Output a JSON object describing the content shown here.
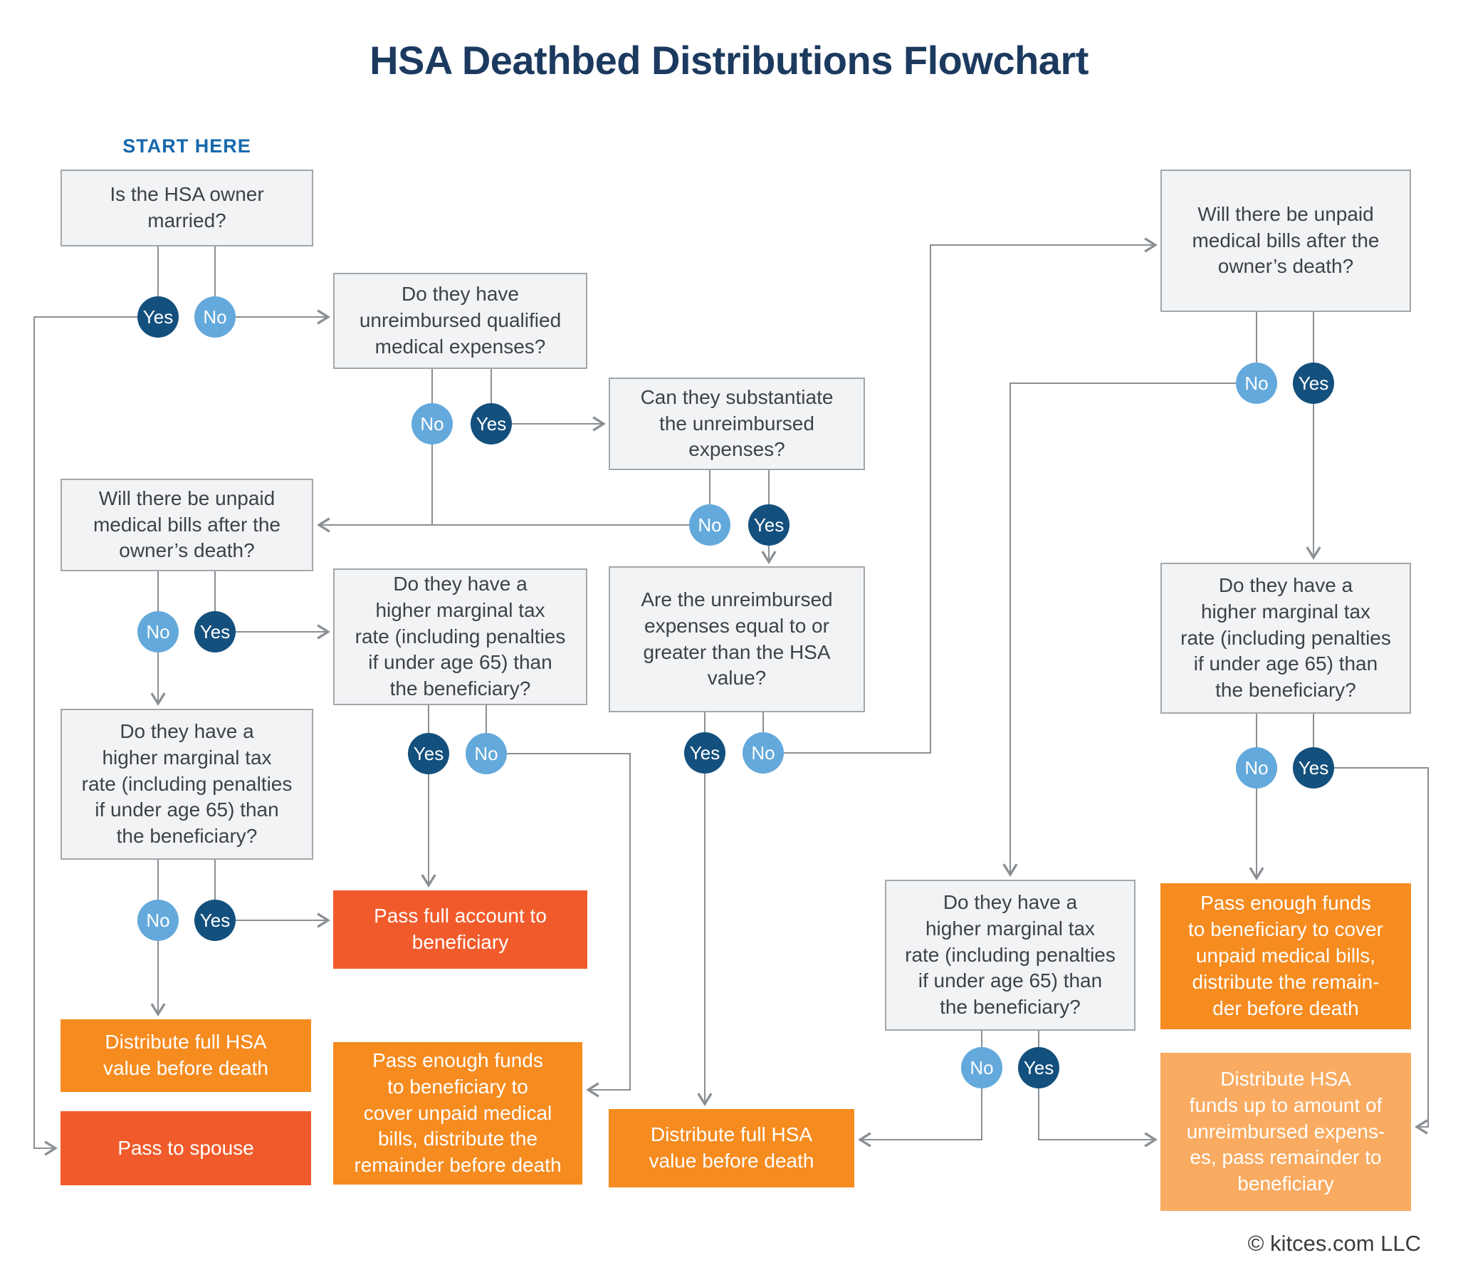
{
  "title": "HSA Deathbed Distributions Flowchart",
  "start_here_label": "START HERE",
  "copyright": "© kitces.com LLC",
  "labels": {
    "yes": "Yes",
    "no": "No"
  },
  "colors": {
    "title_navy": "#1c3a5f",
    "start_here_blue": "#1668ac",
    "yes_circle_dark_blue": "#14507d",
    "no_circle_light_blue": "#64a9db",
    "question_box_bg": "#f2f3f5",
    "question_box_border": "#a2a7ab",
    "action_red_orange": "#f15b2b",
    "action_orange": "#f68b1f",
    "action_light_orange": "#f9ab61",
    "connector_gray": "#8a8f94"
  },
  "decisions": {
    "married": "Is the HSA owner\nmarried?",
    "unreimbursed_expenses": "Do they have\nunreimbursed qualified\nmedical expenses?",
    "substantiate": "Can they substantiate\nthe unreimbursed\nexpenses?",
    "unpaid_bills_left": "Will there be unpaid\nmedical bills after the\nowner’s death?",
    "higher_rate_left": "Do they have a\nhigher marginal tax\nrate (including penalties\nif under age 65) than\nthe beneficiary?",
    "higher_rate_mid": "Do they have a\nhigher marginal tax\nrate (including penalties\nif under age 65) than\nthe beneficiary?",
    "expenses_vs_value": "Are the unreimbursed\nexpenses equal to or\ngreater than the HSA\nvalue?",
    "unpaid_bills_right": "Will there be unpaid\nmedical bills after the\nowner’s death?",
    "higher_rate_right": "Do they have a\nhigher marginal tax\nrate (including penalties\nif under age 65) than\nthe beneficiary?",
    "higher_rate_center": "Do they have a\nhigher marginal tax\nrate (including penalties\nif under age 65) than\nthe beneficiary?"
  },
  "actions": {
    "distribute_full_left": "Distribute full HSA\nvalue before death",
    "pass_to_spouse": "Pass to spouse",
    "pass_full_account": "Pass full account to\nbeneficiary",
    "pass_enough_mid": "Pass enough funds\nto beneficiary to\ncover unpaid medical\nbills, distribute the\nremainder before death",
    "distribute_full_mid": "Distribute full HSA\nvalue before death",
    "pass_enough_right": "Pass enough funds\nto beneficiary to cover\nunpaid medical bills,\ndistribute the remain-\nder before death",
    "distribute_upto_right": "Distribute HSA\nfunds up to amount of\nunreimbursed expens-\nes, pass remainder to\nbeneficiary"
  },
  "edges": [
    {
      "from": "married",
      "label": "Yes",
      "to": "pass_to_spouse"
    },
    {
      "from": "married",
      "label": "No",
      "to": "unreimbursed_expenses"
    },
    {
      "from": "unreimbursed_expenses",
      "label": "No",
      "to": "unpaid_bills_left"
    },
    {
      "from": "unreimbursed_expenses",
      "label": "Yes",
      "to": "substantiate"
    },
    {
      "from": "substantiate",
      "label": "No",
      "to": "unpaid_bills_left"
    },
    {
      "from": "substantiate",
      "label": "Yes",
      "to": "expenses_vs_value"
    },
    {
      "from": "unpaid_bills_left",
      "label": "No",
      "to": "higher_rate_left"
    },
    {
      "from": "unpaid_bills_left",
      "label": "Yes",
      "to": "higher_rate_mid"
    },
    {
      "from": "higher_rate_left",
      "label": "No",
      "to": "distribute_full_left"
    },
    {
      "from": "higher_rate_left",
      "label": "Yes",
      "to": "pass_full_account"
    },
    {
      "from": "higher_rate_mid",
      "label": "Yes",
      "to": "pass_full_account"
    },
    {
      "from": "higher_rate_mid",
      "label": "No",
      "to": "pass_enough_mid"
    },
    {
      "from": "expenses_vs_value",
      "label": "Yes",
      "to": "distribute_full_mid"
    },
    {
      "from": "expenses_vs_value",
      "label": "No",
      "to": "unpaid_bills_right"
    },
    {
      "from": "unpaid_bills_right",
      "label": "No",
      "to": "higher_rate_center"
    },
    {
      "from": "unpaid_bills_right",
      "label": "Yes",
      "to": "higher_rate_right"
    },
    {
      "from": "higher_rate_right",
      "label": "No",
      "to": "pass_enough_right"
    },
    {
      "from": "higher_rate_right",
      "label": "Yes",
      "to": "distribute_upto_right"
    },
    {
      "from": "higher_rate_center",
      "label": "No",
      "to": "distribute_full_mid"
    },
    {
      "from": "higher_rate_center",
      "label": "Yes",
      "to": "distribute_upto_right"
    }
  ]
}
